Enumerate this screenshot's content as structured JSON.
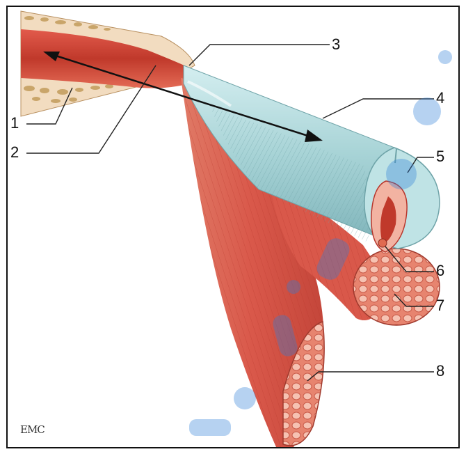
{
  "labels": [
    "1",
    "2",
    "3",
    "4",
    "5",
    "6",
    "7",
    "8"
  ],
  "publisher_mark": "EMC",
  "colors": {
    "muscle": "#d9584a",
    "muscle_dark": "#b8362c",
    "muscle_light": "#f0a390",
    "tendon": "#a7d3d6",
    "tendon_dark": "#7fb4ba",
    "bone": "#f2dcc0",
    "bone_dot": "#c9a56a",
    "watermark": "#2f7fd6",
    "line": "#222222"
  }
}
